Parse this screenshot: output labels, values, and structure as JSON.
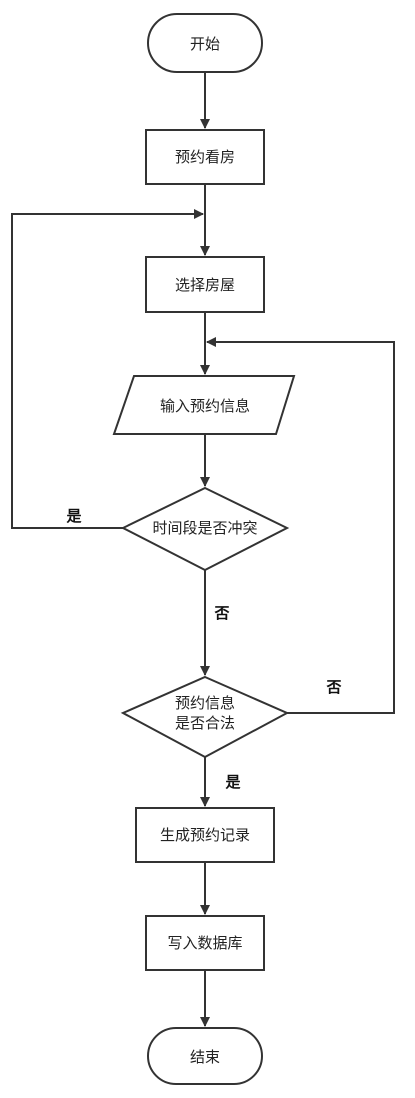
{
  "nodes": {
    "start": "开始",
    "view_booking": "预约看房",
    "select_house": "选择房屋",
    "input_info": "输入预约信息",
    "time_conflict": "时间段是否冲突",
    "info_valid_line1": "预约信息",
    "info_valid_line2": "是否合法",
    "generate_record": "生成预约记录",
    "write_db": "写入数据库",
    "end": "结束"
  },
  "edges": {
    "conflict_yes": "是",
    "conflict_no": "否",
    "valid_no": "否",
    "valid_yes": "是"
  },
  "colors": {
    "stroke": "#333333",
    "background": "#ffffff"
  }
}
